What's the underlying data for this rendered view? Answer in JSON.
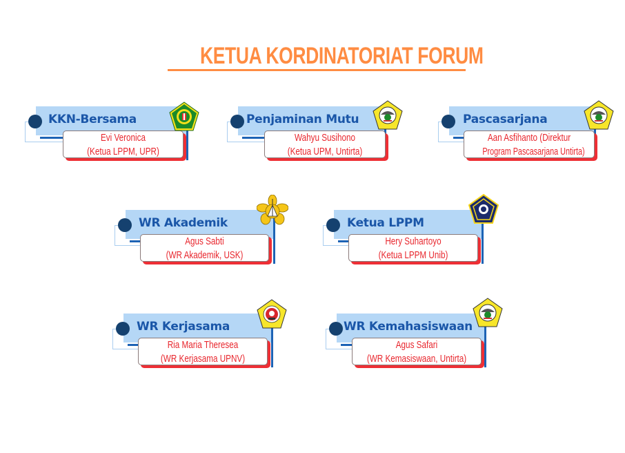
{
  "title": "KETUA KORDINATORIAT FORUM",
  "accent_colors": {
    "title": "#ff8c42",
    "heading_text": "#1a56a8",
    "header_bg": "#b5d7f6",
    "dot": "#15416f",
    "person_text": "#e8262d",
    "person_shadow": "#ee2f35"
  },
  "cards": [
    {
      "heading": "KKN-Bersama",
      "name": "Evi Veronica",
      "role": "(Ketua LPPM, UPR)",
      "logo": "upr-university-logo"
    },
    {
      "heading": "Penjaminan Mutu",
      "name": "Wahyu Susihono",
      "role": "(Ketua UPM, Untirta)",
      "logo": "untirta-university-logo"
    },
    {
      "heading": "Pascasarjana",
      "name": "Aan Asfihanto (Direktur",
      "role": "Program Pascasarjana Untirta)",
      "logo": "untirta-university-logo"
    },
    {
      "heading": "WR Akademik",
      "name": "Agus Sabti",
      "role": "(WR Akademik, USK)",
      "logo": "usk-university-logo"
    },
    {
      "heading": "Ketua LPPM",
      "name": "Hery Suhartoyo",
      "role": "(Ketua LPPM Unib)",
      "logo": "unib-university-logo"
    },
    {
      "heading": "WR Kerjasama",
      "name": "Ria Maria Theresea",
      "role": "(WR Kerjasama UPNV)",
      "logo": "upnv-university-logo"
    },
    {
      "heading": "WR Kemahasiswaan",
      "name": "Agus Safari",
      "role": "(WR Kemasiswaan, Untirta)",
      "logo": "untirta-university-logo"
    }
  ]
}
